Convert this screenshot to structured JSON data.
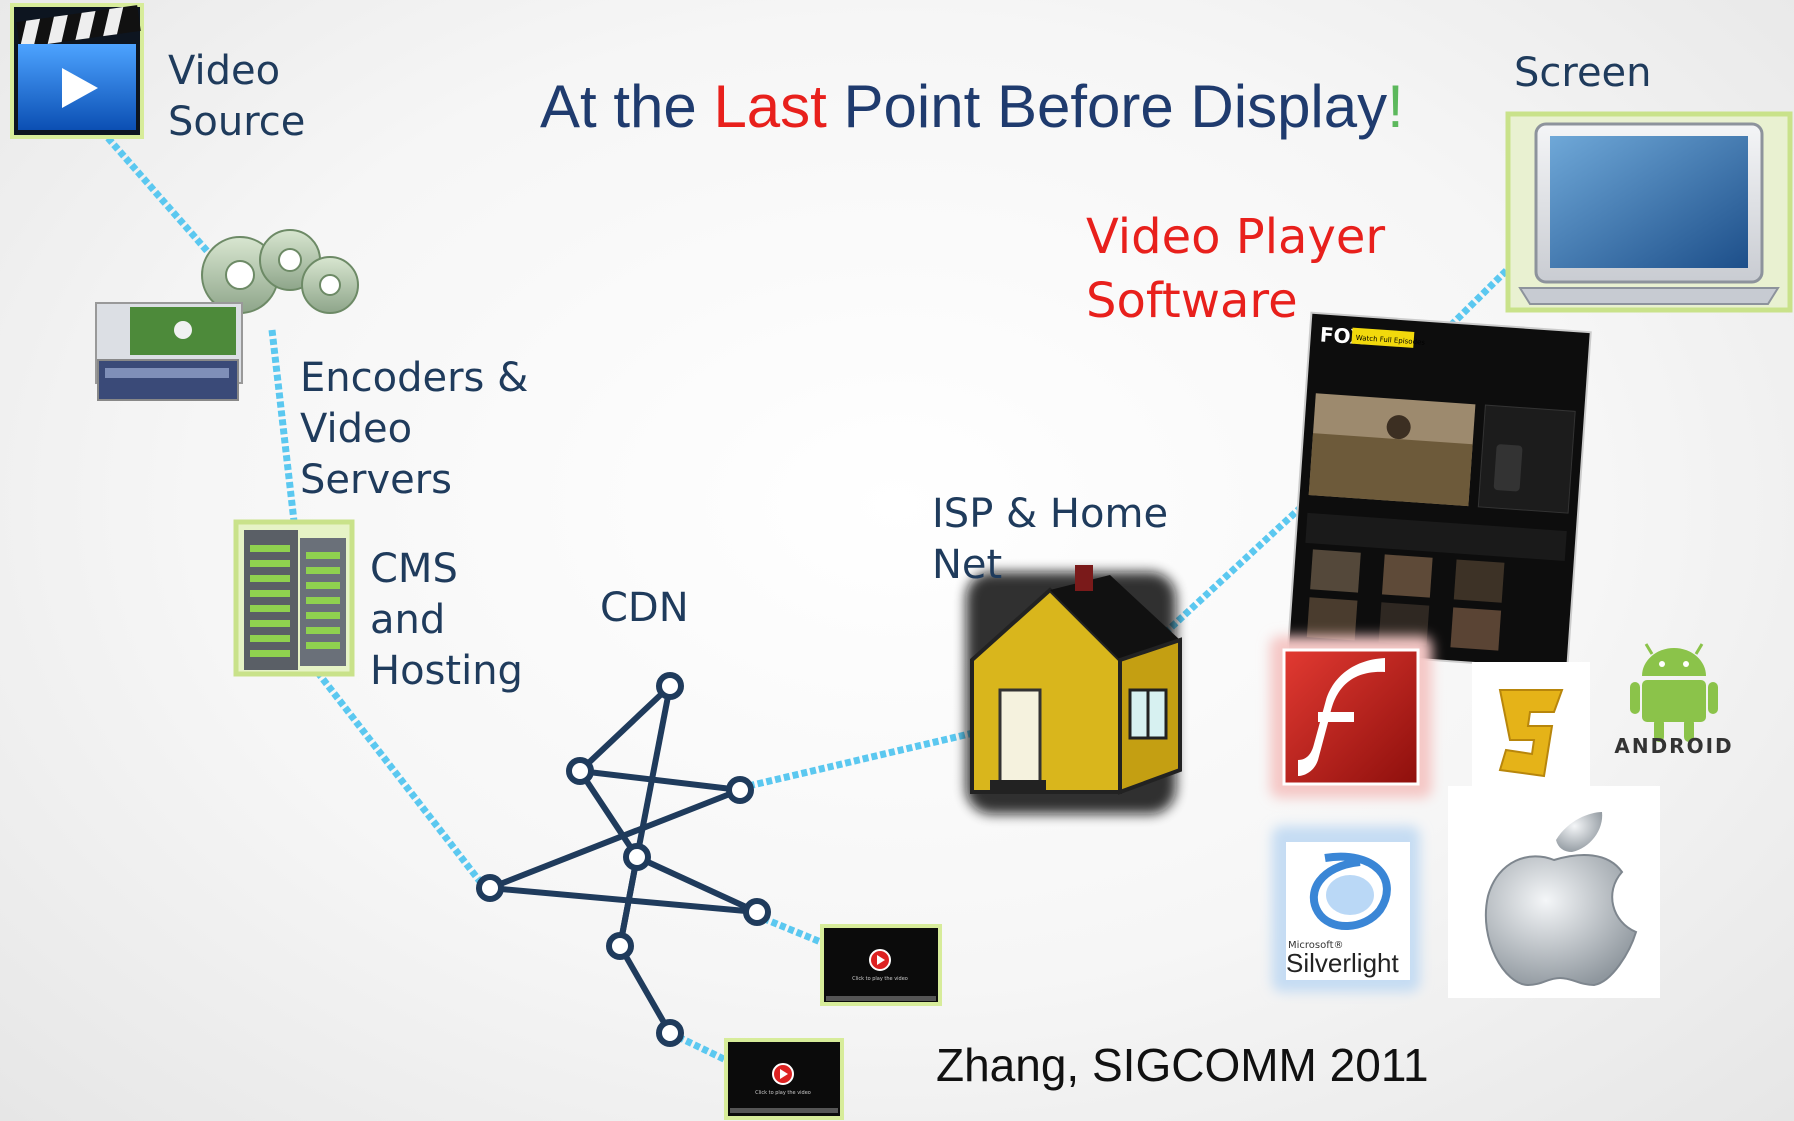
{
  "title": {
    "part1": "At the ",
    "highlight": "Last",
    "part2": " Point Before Display",
    "exclaim": "!"
  },
  "nodes": {
    "video_source": [
      "Video",
      "Source"
    ],
    "encoders": [
      "Encoders &",
      "Video",
      "Servers"
    ],
    "cms": [
      "CMS",
      "and",
      "Hosting"
    ],
    "cdn": "CDN",
    "isp": [
      "ISP & Home",
      "Net"
    ],
    "screen": "Screen",
    "video_player": [
      "Video Player",
      "Software"
    ]
  },
  "logos": {
    "silverlight_small": "Microsoft®",
    "silverlight": "Silverlight",
    "android": "ANDROID",
    "fox": "FOX",
    "fox_button": "Watch Full Episodes",
    "play_text": "Click to play the video"
  },
  "citation": "Zhang, SIGCOMM 2011",
  "colors": {
    "title_blue": "#1f3b6e",
    "accent_red": "#e8201c",
    "link_cyan": "#5bc8f0",
    "network_navy": "#1f3b5c",
    "house_yellow": "#d9b61c"
  }
}
